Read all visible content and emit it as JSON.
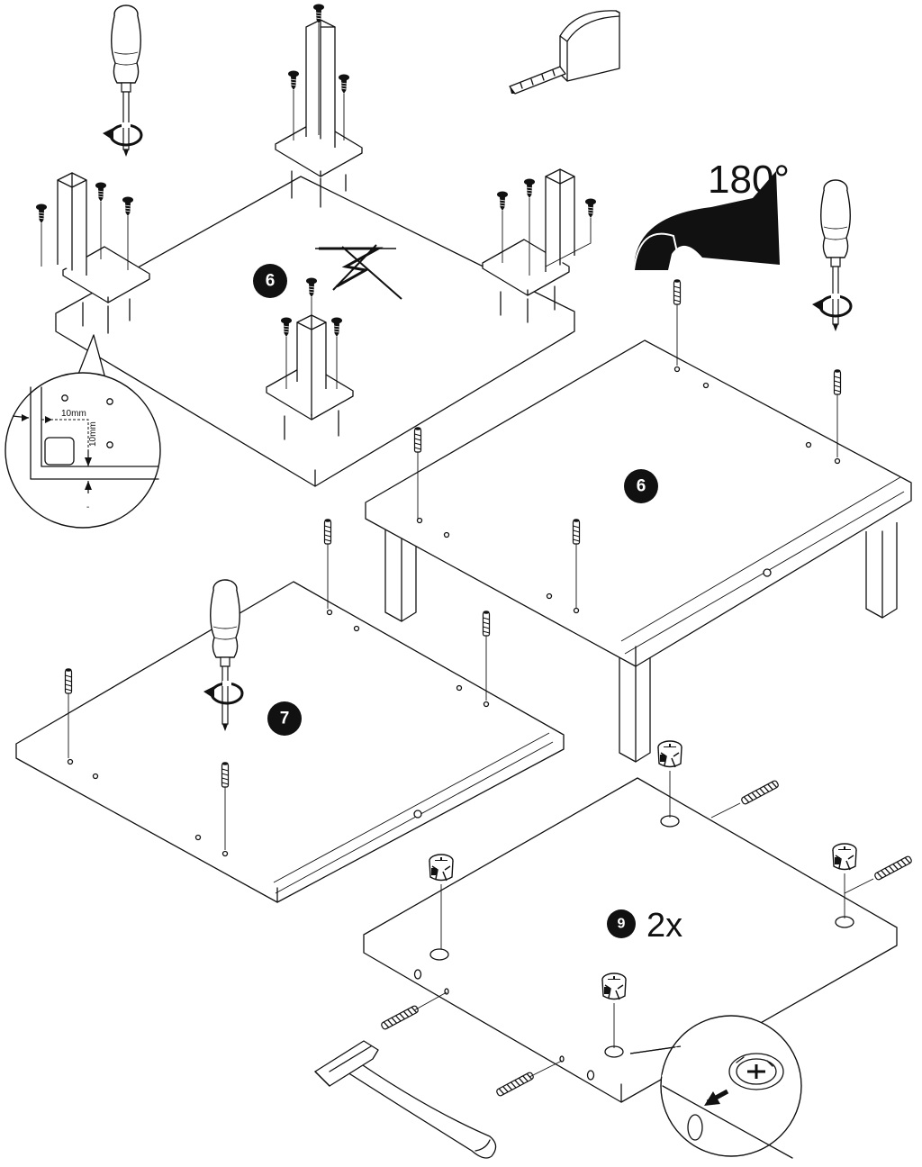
{
  "steps": {
    "step1": "6",
    "step2": "6",
    "step3": "7",
    "step4": "9"
  },
  "rotation_label": "180°",
  "quantity_label": "2x",
  "detail": {
    "dim_horizontal": "10mm",
    "dim_vertical": "10mm",
    "dash": "-"
  },
  "icons": [
    "screwdriver-icon",
    "rotate-arrow-icon",
    "tape-measure-icon",
    "hammer-icon",
    "no-drill-icon",
    "cam-lock-icon",
    "dowel-icon",
    "screw-icon"
  ],
  "colors": {
    "line": "#111111",
    "background": "#ffffff"
  }
}
